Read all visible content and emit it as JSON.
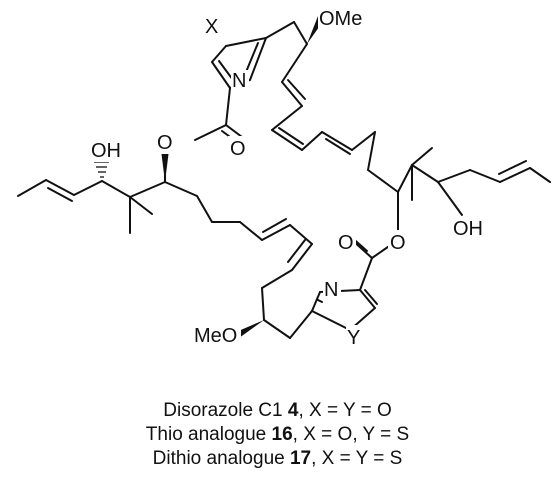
{
  "atom_labels": {
    "x_atom": "X",
    "n_top": "N",
    "ome_top": "OMe",
    "oh_left": "OH",
    "o_left": "O",
    "o_carbonyl_top": "O",
    "o_right": "O",
    "o_carbonyl_bottom": "O",
    "oh_right": "OH",
    "n_bottom": "N",
    "meo_bottom": "MeO",
    "y_atom": "Y"
  },
  "caption": {
    "lines": [
      {
        "prefix": "Disorazole C1 ",
        "compound": "4",
        "suffix": ", X = Y = O"
      },
      {
        "prefix": "Thio analogue ",
        "compound": "16",
        "suffix": ", X = O, Y = S"
      },
      {
        "prefix": "Dithio analogue ",
        "compound": "17",
        "suffix": ", X = Y = S"
      }
    ]
  }
}
